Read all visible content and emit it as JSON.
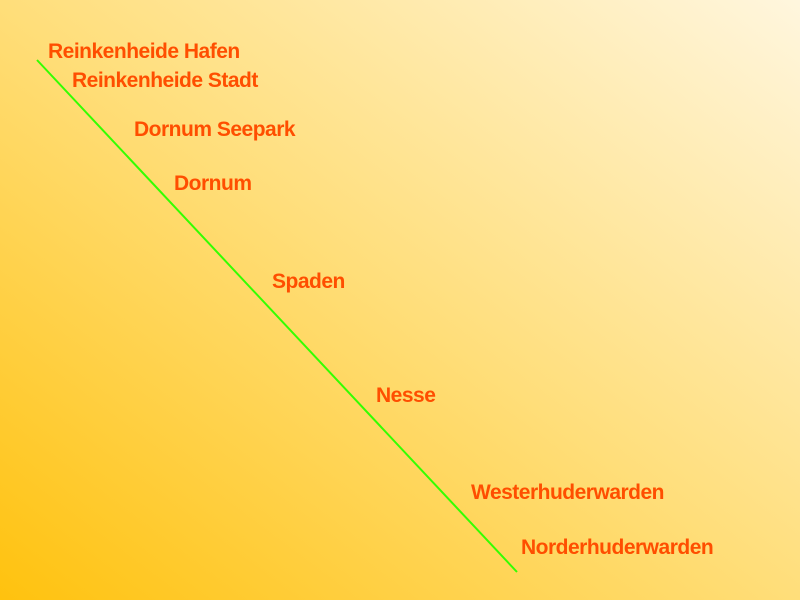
{
  "route": {
    "line_color": "#33ff00",
    "label_color": "#ff4e00",
    "stops": [
      {
        "name": "Reinkenheide Hafen"
      },
      {
        "name": "Reinkenheide Stadt"
      },
      {
        "name": "Dornum Seepark"
      },
      {
        "name": "Dornum"
      },
      {
        "name": "Spaden"
      },
      {
        "name": "Nesse"
      },
      {
        "name": "Westerhuderwarden"
      },
      {
        "name": "Norderhuderwarden"
      }
    ]
  }
}
